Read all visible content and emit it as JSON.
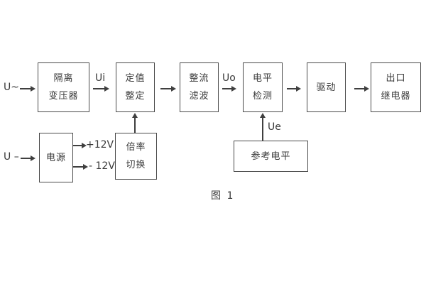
{
  "diagram": {
    "caption": "图 1",
    "inputs": {
      "ac_label": "U~",
      "dc_label": "U –"
    },
    "signal_labels": {
      "ui": "Ui",
      "uo": "Uo",
      "ue": "Ue",
      "plus_12v": "+12V",
      "minus_12v": "- 12V"
    },
    "blocks": {
      "isolation_transformer": {
        "line1": "隔离",
        "line2": "变压器"
      },
      "setting_adjust": {
        "line1": "定值",
        "line2": "整定"
      },
      "rectifier_filter": {
        "line1": "整流",
        "line2": "滤波"
      },
      "level_detect": {
        "line1": "电平",
        "line2": "检测"
      },
      "driver": {
        "line1": "驱动"
      },
      "output_relay": {
        "line1": "出口",
        "line2": "继电器"
      },
      "power_supply": {
        "line1": "电源"
      },
      "ratio_switch": {
        "line1": "倍率",
        "line2": "切换"
      },
      "reference_level": {
        "line1": "参考电平"
      }
    },
    "colors": {
      "line": "#3f3f3f",
      "border": "#4a4a4a",
      "text": "#3a3a3a",
      "background": "#ffffff"
    }
  }
}
